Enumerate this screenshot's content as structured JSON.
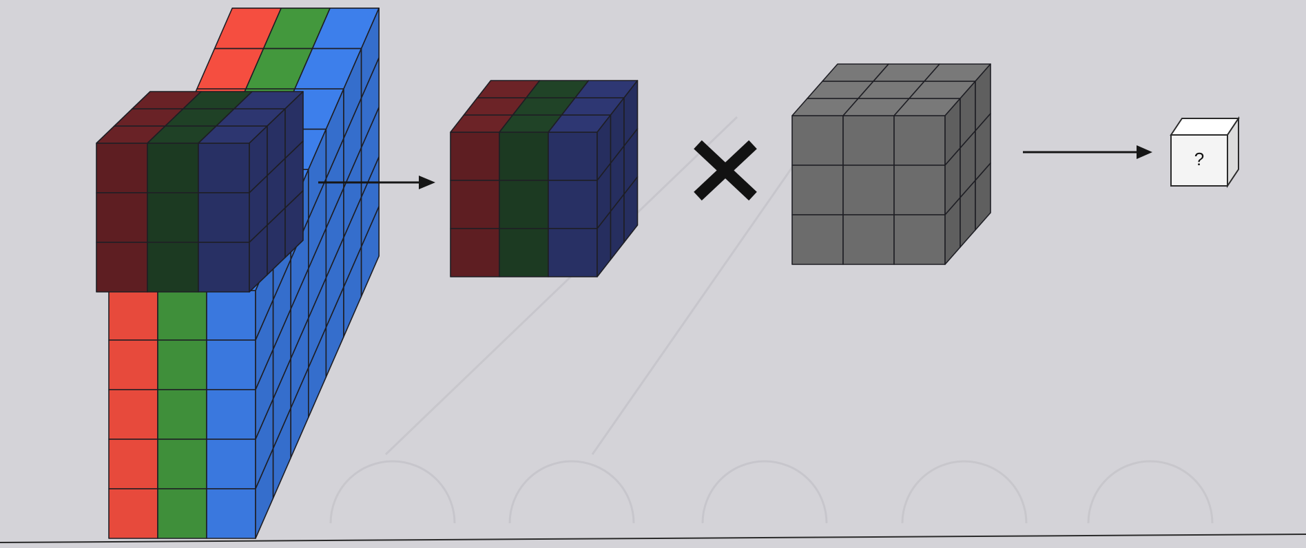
{
  "diagram": {
    "input_volume": {
      "channels": [
        "red",
        "green",
        "blue"
      ]
    },
    "operator_symbol": "×",
    "result_label": "?"
  },
  "colors": {
    "background": "#d4d3d8",
    "red": "#e74a3c",
    "green": "#3f8f3a",
    "blue": "#3a78de",
    "red_dark": "#5e1e22",
    "green_dark": "#1c3a22",
    "blue_dark": "#283064",
    "gray": "#6c6c6c",
    "grid_line": "#1e1e24",
    "arrow": "#161616",
    "result_cube": "#f4f4f4"
  },
  "icons": [
    "multiply-icon",
    "arrow-right-icon"
  ]
}
